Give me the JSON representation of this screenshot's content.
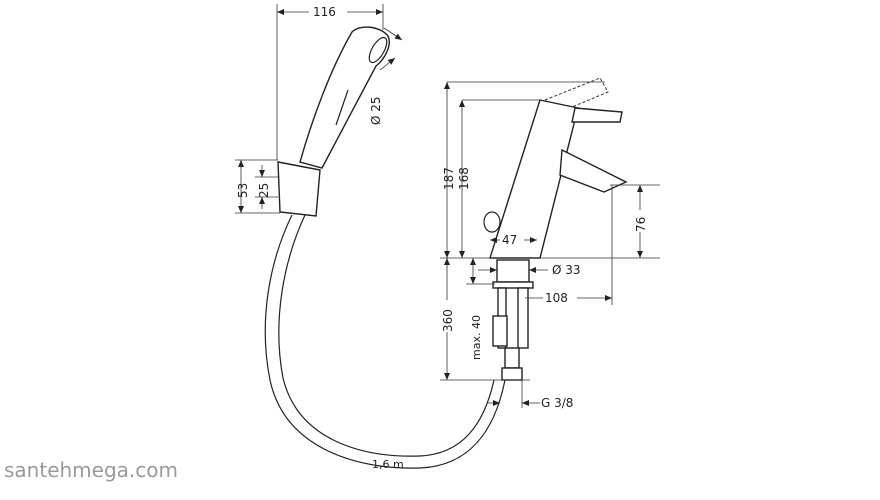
{
  "dimensions": {
    "shower_width": "116",
    "shower_diameter": "Ø 25",
    "holder_height": "53",
    "holder_inner": "25",
    "faucet_height_total": "187",
    "faucet_height": "168",
    "spout_height": "76",
    "body_width": "47",
    "base_diameter": "Ø 33",
    "spout_reach": "108",
    "connection_length": "360",
    "max_deck_thickness": "max. 40",
    "thread": "G 3/8",
    "hose_length": "1,6 m"
  },
  "watermark": "santehmega.com"
}
